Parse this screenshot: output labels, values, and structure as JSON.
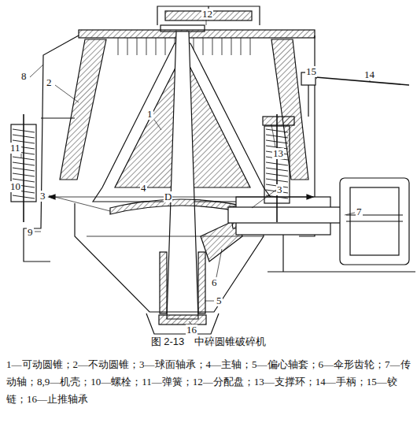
{
  "diagram": {
    "title": "图 2-13　中碎圆锥破碎机",
    "caption": "1—可动圆锥；2—不动圆锥；3—球面轴承；4—主轴；5—偏心轴套；6—伞形齿轮；7—传动轴；8,9—机壳；10—螺栓；11—弹簧；12—分配盘；13—支撑环；14—手柄；15—铰链；16—止推轴承",
    "labels": [
      "12",
      "8",
      "2",
      "15",
      "14",
      "13",
      "1",
      "3",
      "11",
      "10",
      "3",
      "4",
      "D",
      "9",
      "7",
      "6",
      "5",
      "16"
    ]
  }
}
